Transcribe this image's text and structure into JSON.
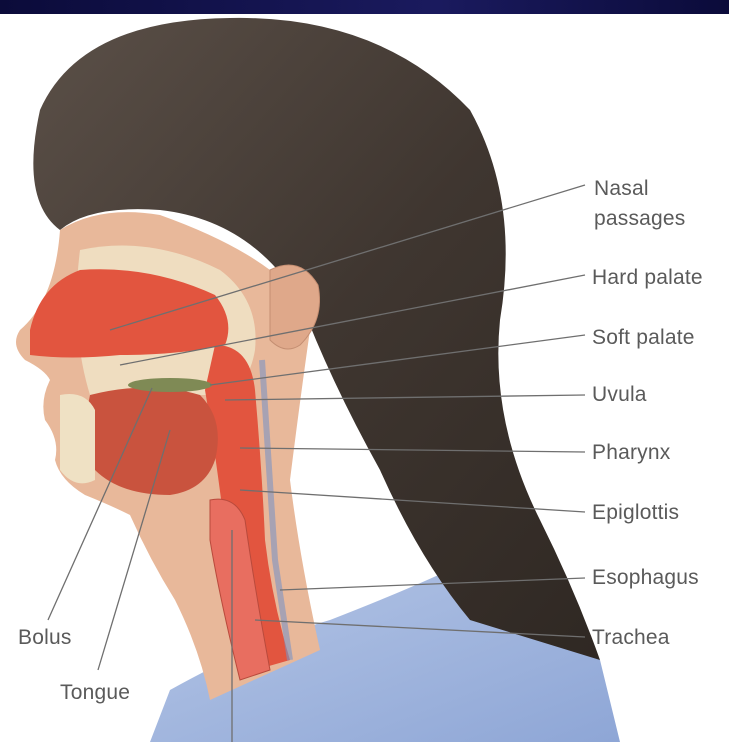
{
  "diagram": {
    "labels": {
      "nasal_passages_line1": "Nasal",
      "nasal_passages_line2": "passages",
      "hard_palate": "Hard palate",
      "soft_palate": "Soft palate",
      "uvula": "Uvula",
      "pharynx": "Pharynx",
      "epiglottis": "Epiglottis",
      "esophagus": "Esophagus",
      "trachea": "Trachea",
      "bolus": "Bolus",
      "tongue": "Tongue"
    },
    "colors": {
      "title_bar": "#1a1a5e",
      "hair": "#4a4038",
      "skin": "#e8b89a",
      "flesh": "#e2553f",
      "bone": "#efe1c4",
      "shirt": "#9fb4dc",
      "leader_line": "#6f6f6f",
      "label_text": "#5a5a5a"
    }
  }
}
